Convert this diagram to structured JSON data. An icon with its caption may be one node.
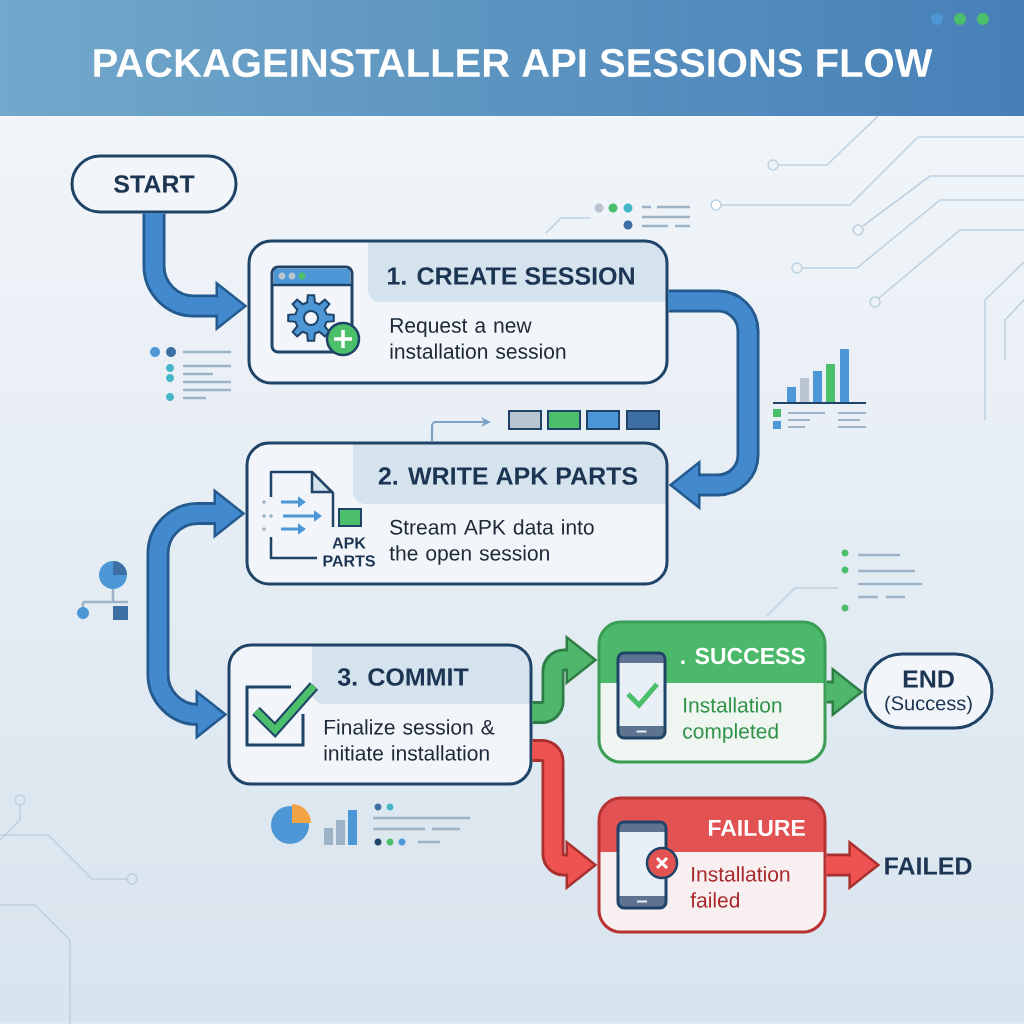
{
  "diagram": {
    "title": "PACKAGEINSTALLER API SESSIONS FLOW",
    "nodes": [
      {
        "text": [
          "START"
        ]
      },
      {
        "text": [
          "1. CREATE SESSION",
          "Request a new installation session"
        ]
      },
      {
        "text": [
          "2. WRITE APK PARTS",
          "APK PARTS",
          "Stream APK data into the open session"
        ]
      },
      {
        "text": [
          "3. COMMIT",
          "Finalize session & initiate installation"
        ]
      },
      {
        "text": [
          ". SUCCESS",
          "Installation completed"
        ]
      },
      {
        "text": [
          "END",
          "(Success)"
        ]
      },
      {
        "text": [
          "FAILURE",
          "Installation failed"
        ]
      },
      {
        "text": [
          "FAILED"
        ]
      }
    ],
    "edges": [
      {
        "from": 0,
        "to": 1,
        "arrow": "to"
      },
      {
        "from": 1,
        "to": 2,
        "arrow": "to"
      },
      {
        "from": 2,
        "to": 3,
        "arrow": "both"
      },
      {
        "from": 3,
        "to": 4,
        "arrow": "to",
        "color": "#2e7d44"
      },
      {
        "from": 4,
        "to": 5,
        "arrow": "to",
        "color": "#2e7d44"
      },
      {
        "from": 3,
        "to": 6,
        "arrow": "to",
        "color": "#a8302f"
      },
      {
        "from": 6,
        "to": 7,
        "arrow": "to",
        "color": "#a8302f"
      },
      {
        "from": 2,
        "to": null,
        "arrow": "to",
        "color": "#7aa3c6"
      }
    ]
  }
}
